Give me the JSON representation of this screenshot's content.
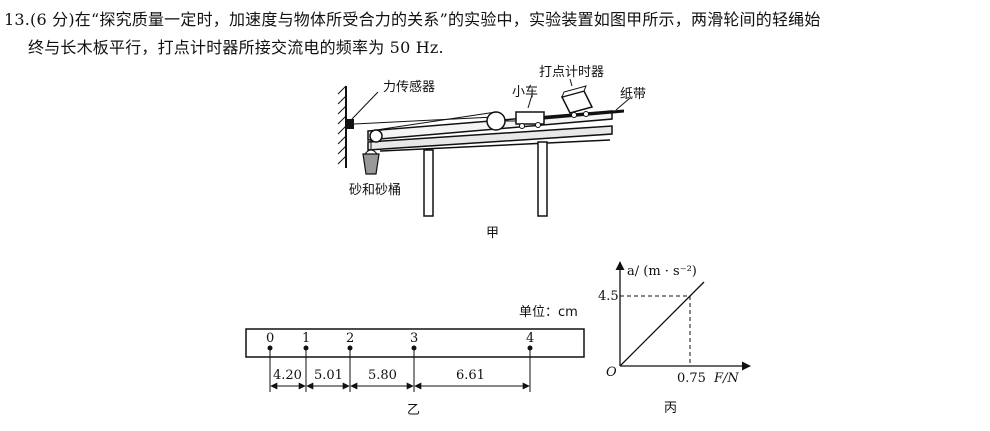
{
  "question": {
    "line1": "13.(6 分)在“探究质量一定时，加速度与物体所受合力的关系”的实验中，实验装置如图甲所示，两滑轮间的轻绳始",
    "line2": "终与长木板平行，打点计时器所接交流电的频率为 50 Hz."
  },
  "figure_jia": {
    "label_force_sensor": "力传感器",
    "label_cart": "小车",
    "label_timer": "打点计时器",
    "label_tape": "纸带",
    "label_bucket": "砂和砂桶",
    "caption": "甲"
  },
  "figure_yi": {
    "unit": "单位：cm",
    "points": [
      "0",
      "1",
      "2",
      "3",
      "4"
    ],
    "gaps": [
      "4.20",
      "5.01",
      "5.80",
      "6.61"
    ],
    "caption": "乙"
  },
  "figure_bing": {
    "ylabel": "a/ (m · s⁻²)",
    "xlabel": "F/N",
    "origin": "O",
    "y_tick": "4.5",
    "x_tick": "0.75",
    "caption": "丙"
  },
  "chart_data": {
    "type": "line",
    "x": [
      0,
      0.75
    ],
    "y": [
      0,
      4.5
    ],
    "xlabel": "F/N",
    "ylabel": "a/ (m · s⁻²)",
    "grid": false
  }
}
